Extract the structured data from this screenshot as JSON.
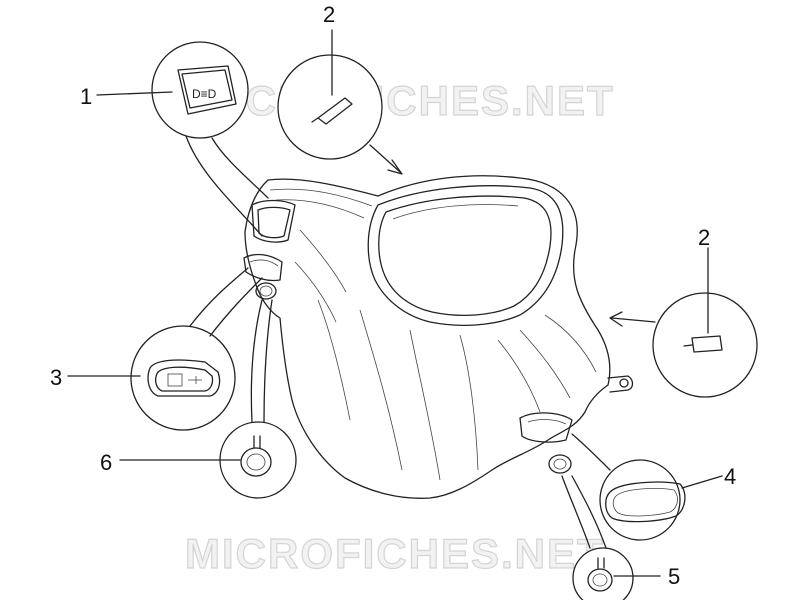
{
  "watermark": {
    "top_text": "MICROFICHES.NET",
    "bottom_text": "MICROFICHES.NET"
  },
  "callouts": [
    {
      "id": "1",
      "label": "1",
      "part": "headlight-switch"
    },
    {
      "id": "2a",
      "label": "2",
      "part": "bulb"
    },
    {
      "id": "2b",
      "label": "2",
      "part": "bulb"
    },
    {
      "id": "3",
      "label": "3",
      "part": "horn-switch"
    },
    {
      "id": "4",
      "label": "4",
      "part": "switch-cover"
    },
    {
      "id": "5",
      "label": "5",
      "part": "knob"
    },
    {
      "id": "6",
      "label": "6",
      "part": "knob"
    }
  ],
  "colors": {
    "line": "#222222",
    "watermark_fill": "#f2f2f2",
    "watermark_stroke": "#d4d4d4"
  }
}
